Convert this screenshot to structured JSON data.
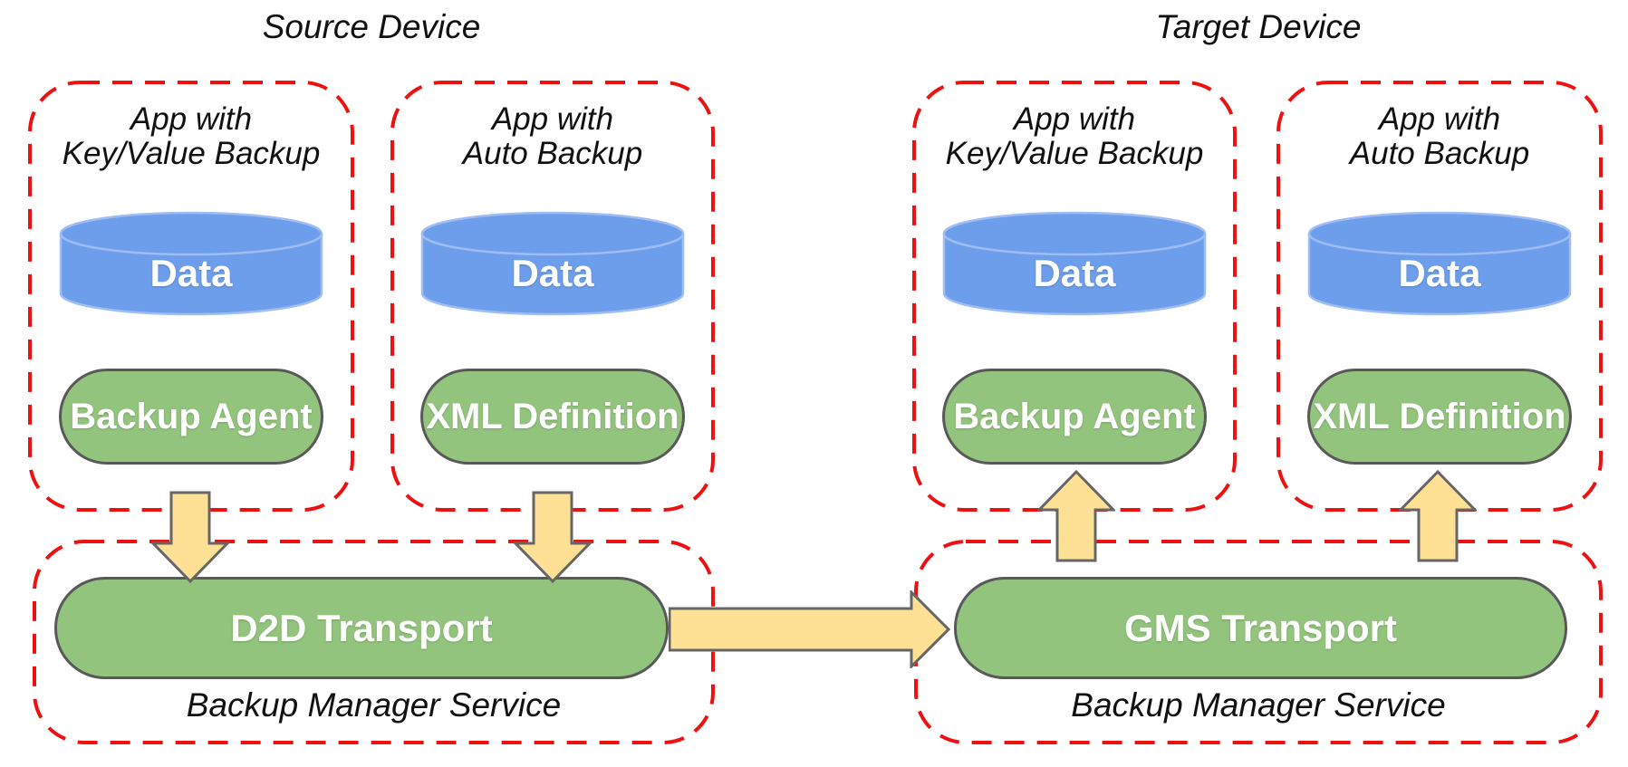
{
  "source_device": {
    "title": "Source Device",
    "apps": [
      {
        "title_line1": "App with",
        "title_line2": "Key/Value Backup",
        "data_store": "Data",
        "component": "Backup Agent"
      },
      {
        "title_line1": "App with",
        "title_line2": "Auto Backup",
        "data_store": "Data",
        "component": "XML Definition"
      }
    ],
    "backup_manager": {
      "transport": "D2D Transport",
      "label": "Backup Manager Service"
    }
  },
  "target_device": {
    "title": "Target Device",
    "apps": [
      {
        "title_line1": "App with",
        "title_line2": "Key/Value Backup",
        "data_store": "Data",
        "component": "Backup Agent"
      },
      {
        "title_line1": "App with",
        "title_line2": "Auto Backup",
        "data_store": "Data",
        "component": "XML Definition"
      }
    ],
    "backup_manager": {
      "transport": "GMS Transport",
      "label": "Backup Manager Service"
    }
  },
  "colors": {
    "boundary_red": "#ee1111",
    "data_blue": "#6d9eeb",
    "component_green": "#93c47d",
    "arrow_yellow": "#ffe196",
    "shape_border_gray": "#595959"
  }
}
